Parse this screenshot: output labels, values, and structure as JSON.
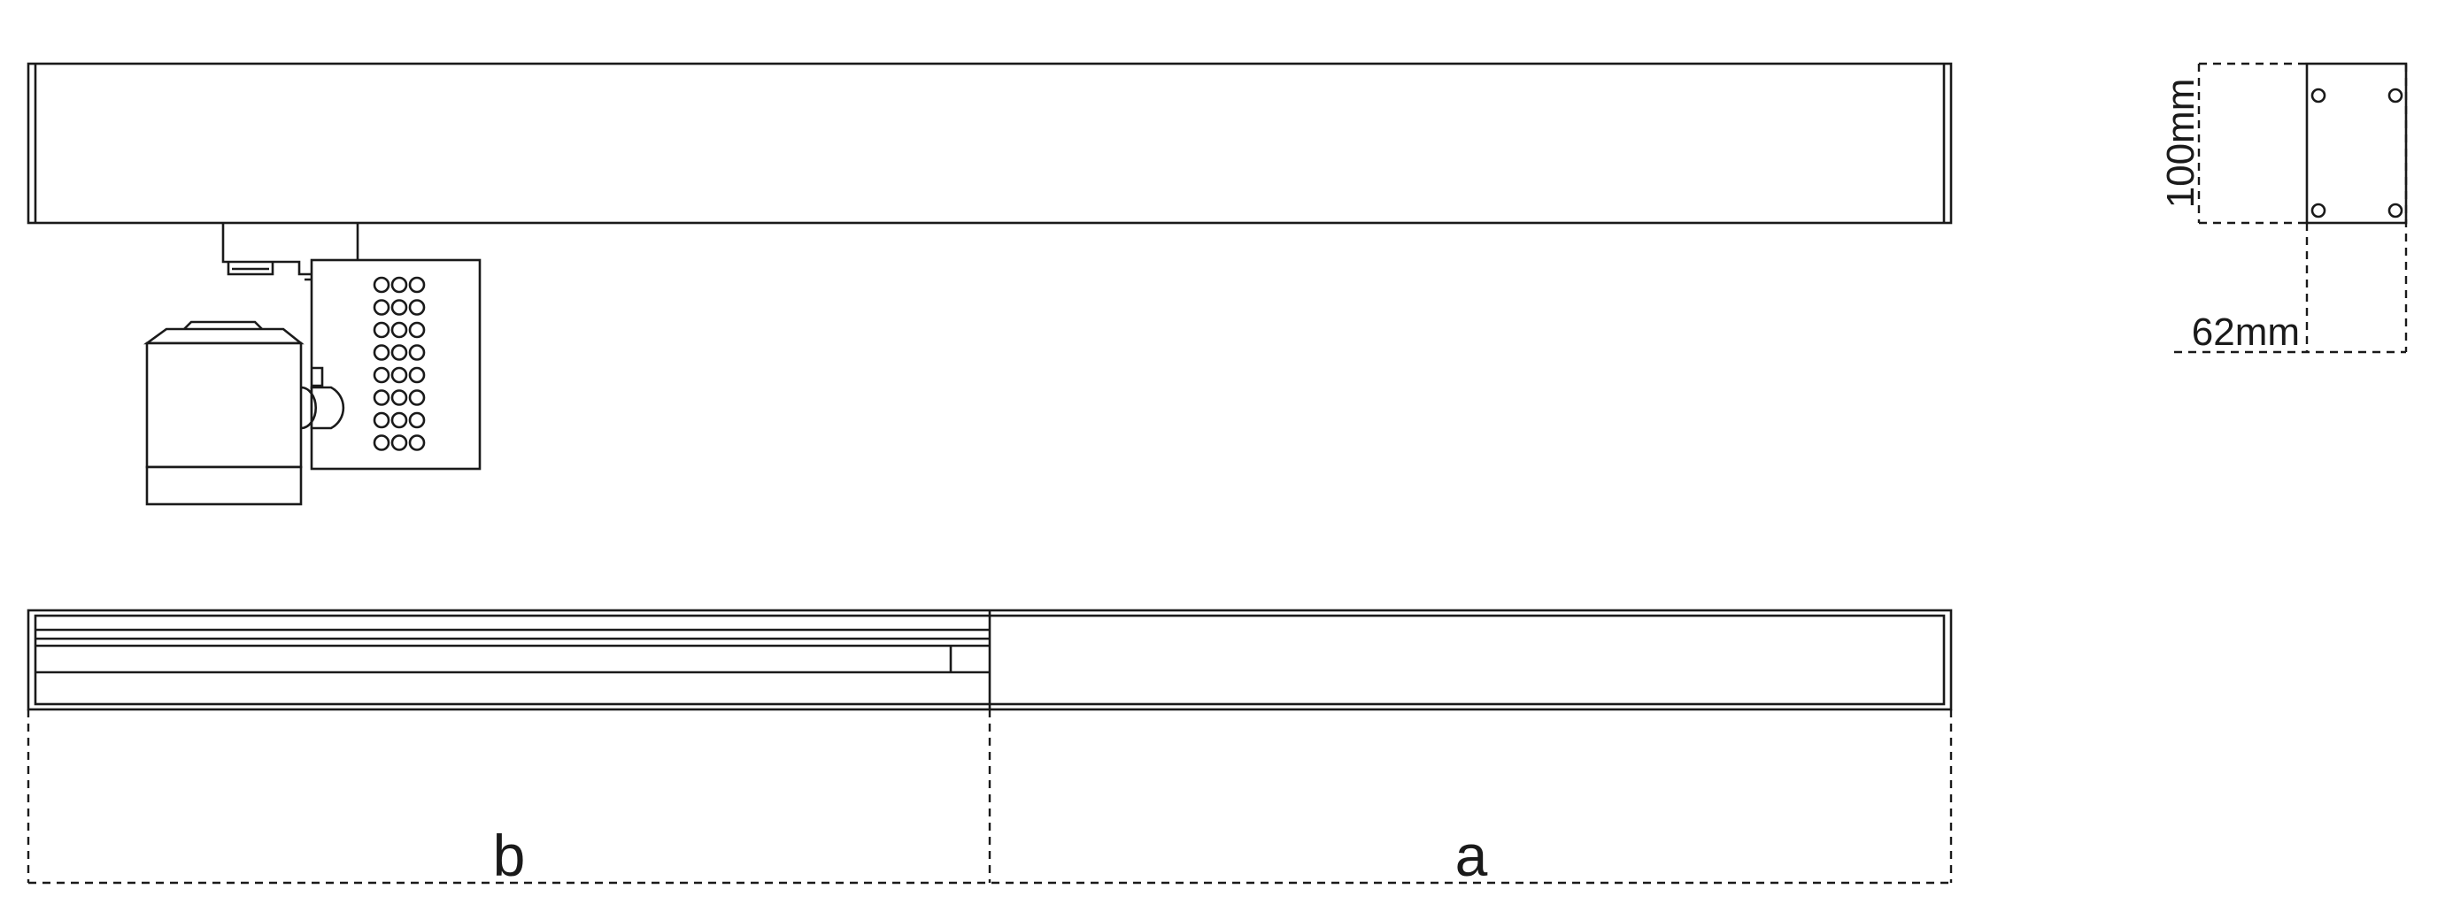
{
  "diagram": {
    "labels": {
      "section_b": "b",
      "section_a": "a",
      "height_dimension": "100mm",
      "width_dimension": "62mm"
    }
  }
}
